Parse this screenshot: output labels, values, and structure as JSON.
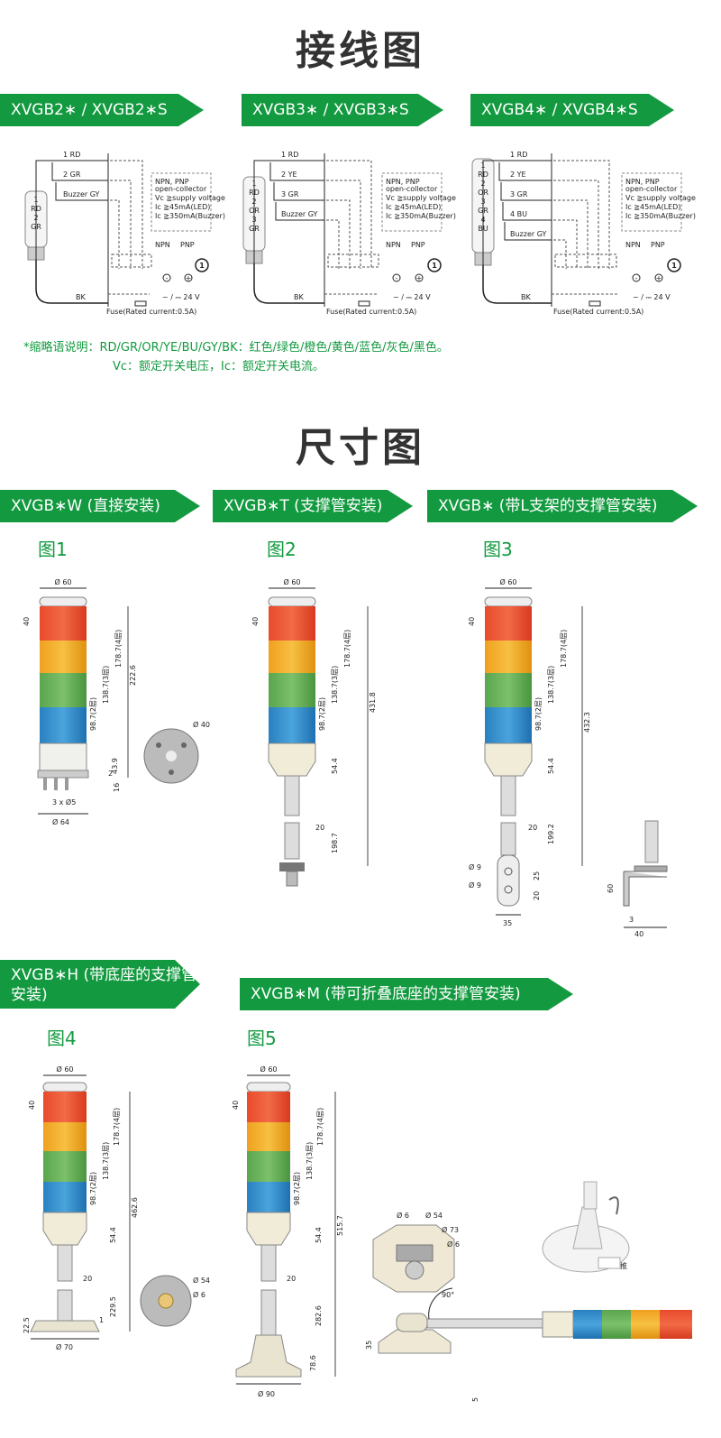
{
  "wiring": {
    "title": "接线图",
    "banners": [
      "XVGB2∗ / XVGB2∗S",
      "XVGB3∗ / XVGB3∗S",
      "XVGB4∗ / XVGB4∗S"
    ],
    "diagrams": [
      {
        "lamp_labels": [
          "1",
          "RD",
          "2",
          "GR"
        ],
        "wires": [
          "1 RD",
          "2 GR",
          "Buzzer GY"
        ]
      },
      {
        "lamp_labels": [
          "1",
          "RD",
          "2",
          "OR",
          "3",
          "GR"
        ],
        "wires": [
          "1 RD",
          "2 YE",
          "3 GR",
          "Buzzer GY"
        ]
      },
      {
        "lamp_labels": [
          "1",
          "RD",
          "2",
          "OR",
          "3",
          "GR",
          "4",
          "BU"
        ],
        "wires": [
          "1 RD",
          "2 YE",
          "3 GR",
          "4 BU",
          "Buzzer GY"
        ]
      }
    ],
    "bk": "BK",
    "npn": "NPN",
    "pnp": "PNP",
    "circle_num": "1",
    "box_lines": [
      "NPN, PNP",
      "open-collector",
      "Vc ≧supply voltage",
      "Ic ≧45mA(LED)",
      "Ic ≧350mA(Buzzer)"
    ],
    "supply": "~ / ⎓ 24 V",
    "fuse": "Fuse(Rated current:0.5A)",
    "minus": "-",
    "plus": "+",
    "note1": "*缩略语说明：RD/GR/OR/YE/BU/GY/BK：红色/绿色/橙色/黄色/蓝色/灰色/黑色。",
    "note2": "Vc：额定开关电压，Ic：额定开关电流。"
  },
  "dimensions": {
    "title": "尺寸图",
    "banners": [
      "XVGB∗W (直接安装)",
      "XVGB∗T (支撑管安装)",
      "XVGB∗ (带L支架的支撑管安装)",
      "XVGB∗H (带底座的支撑管安装)",
      "XVGB∗M (带可折叠底座的支撑管安装)"
    ],
    "figs": [
      "图1",
      "图2",
      "图3",
      "图4",
      "图5"
    ],
    "common": {
      "d60": "Ø 60",
      "h40": "40",
      "h2": "98.7(2层)",
      "h3": "138.7(3层)",
      "h4": "178.7(4层)"
    },
    "fig1": {
      "total": "222.6",
      "base": "43.9",
      "gap": "2",
      "pin": "16",
      "holes": "3 x Ø5",
      "width": "Ø 64",
      "plate": "Ø 40"
    },
    "fig2": {
      "total": "431.8",
      "base": "54.4",
      "pipe": "198.7",
      "pipe_d": "20"
    },
    "fig3": {
      "total": "432.3",
      "base": "54.4",
      "pipe": "199.2",
      "pipe_d": "20",
      "hole1": "Ø 9",
      "hole2": "Ø 9",
      "h25": "25",
      "h20": "20",
      "w35": "35",
      "h60": "60",
      "w3": "3",
      "w40": "40"
    },
    "fig4": {
      "total": "462.6",
      "base": "54.4",
      "pipe": "229.5",
      "pipe_d": "20",
      "foot": "22.5",
      "thick": "1",
      "width": "Ø 70",
      "plate_d": "Ø 54",
      "hole_d": "Ø 6"
    },
    "fig5": {
      "total": "515.7",
      "base": "54.4",
      "pipe": "282.6",
      "pipe_d": "20",
      "foot": "78.6",
      "width": "Ø 90",
      "hole1": "Ø 6",
      "d54": "Ø 54",
      "d73": "Ø 73",
      "hole2": "Ø 6",
      "angle": "90°",
      "h35": "35",
      "w5": "5",
      "push": "推"
    }
  }
}
